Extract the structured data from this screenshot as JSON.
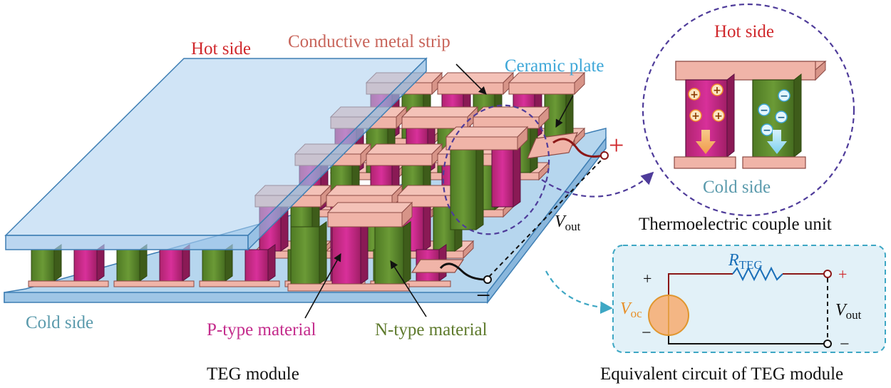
{
  "module": {
    "hot_side": "Hot side",
    "cold_side": "Cold side",
    "metal_strip": "Conductive metal strip",
    "ceramic_plate": "Ceramic plate",
    "p_type": "P-type material",
    "n_type": "N-type material",
    "caption": "TEG module",
    "plus": "+",
    "minus": "−",
    "vout_v": "V",
    "vout_sub": "out"
  },
  "couple": {
    "hot_side": "Hot side",
    "cold_side": "Cold side",
    "caption": "Thermoelectric couple unit",
    "hole_sign": "+",
    "electron_sign": "−"
  },
  "circuit": {
    "caption": "Equivalent circuit of TEG module",
    "r_main": "R",
    "r_sub": "TEG",
    "v_main": "V",
    "v_sub": "oc",
    "vout_main": "V",
    "vout_sub": "out",
    "plus_left": "+",
    "minus_left": "−",
    "plus_right": "+",
    "minus_right": "−"
  },
  "colors": {
    "hot_label": "#d0282c",
    "metal_label": "#c8645a",
    "ceramic_label": "#3ea7d8",
    "cold_label": "#5a9aac",
    "p_label": "#c42c8c",
    "n_label": "#5e7a2c",
    "p_fill": "#c2287c",
    "n_fill": "#5e8a2e",
    "strip_fill": "#f0b4a8",
    "plate_fill": "#bcd8ef",
    "circle_border": "#4f3c9a",
    "box_border": "#3ea7c4",
    "box_fill": "#e2f1f8",
    "source_fill": "#f4b684",
    "resistor": "#1a6fb8",
    "voc_label": "#e8902a",
    "wire": "#8b1818"
  }
}
